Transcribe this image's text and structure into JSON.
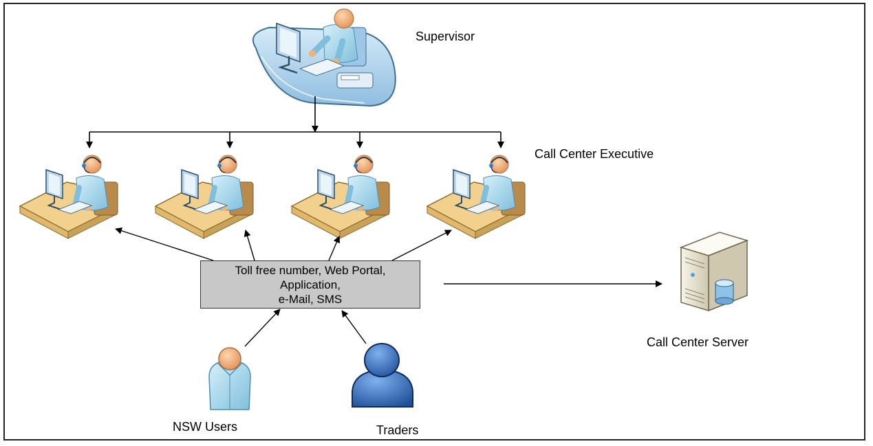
{
  "labels": {
    "supervisor": "Supervisor",
    "executive": "Call Center Executive",
    "server": "Call Center Server",
    "nsw_users": "NSW Users",
    "traders": "Traders"
  },
  "channels": {
    "line1": "Toll free number, Web Portal,",
    "line2": "Application,",
    "line3": "e-Mail, SMS"
  },
  "icons": {
    "supervisor": "supervisor-workstation-icon",
    "executive": "agent-workstation-icon",
    "server": "server-icon",
    "nsw_users": "user-icon",
    "traders": "user-silhouette-icon"
  },
  "colors": {
    "desk_blue": "#9ec6e6",
    "desk_tan": "#f2d18e",
    "skin": "#f0b27a",
    "shirt": "#9fd3e8",
    "box_gray": "#c8c8c8",
    "trader_blue": "#3f76c4"
  }
}
